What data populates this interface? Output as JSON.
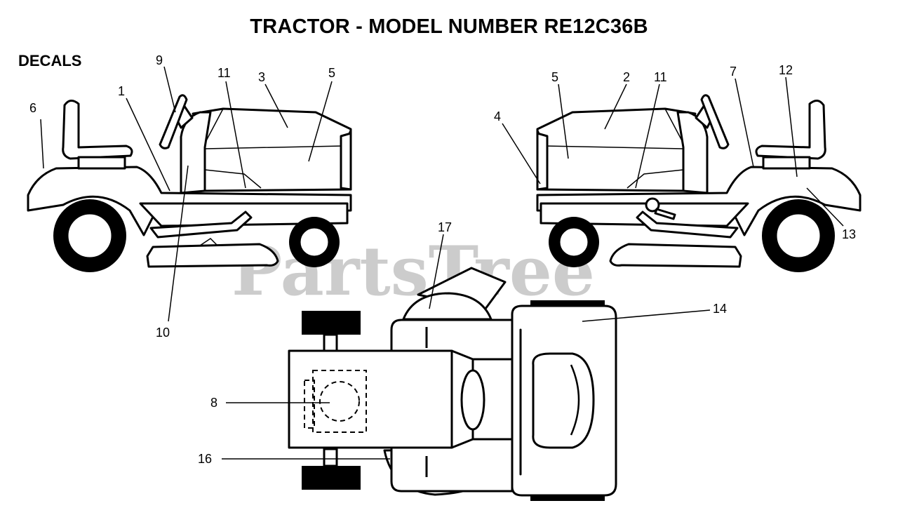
{
  "header": {
    "title": "TRACTOR  - MODEL NUMBER RE12C36B",
    "section": "DECALS"
  },
  "watermark": "PartsTree",
  "colors": {
    "ink": "#000000",
    "watermark": "#bcbcbc",
    "background": "#ffffff"
  },
  "callouts": {
    "left_view": [
      "6",
      "1",
      "9",
      "11",
      "3",
      "5",
      "10"
    ],
    "right_view": [
      "4",
      "5",
      "2",
      "11",
      "7",
      "12",
      "13"
    ],
    "top_view": [
      "17",
      "14",
      "8",
      "16"
    ]
  }
}
